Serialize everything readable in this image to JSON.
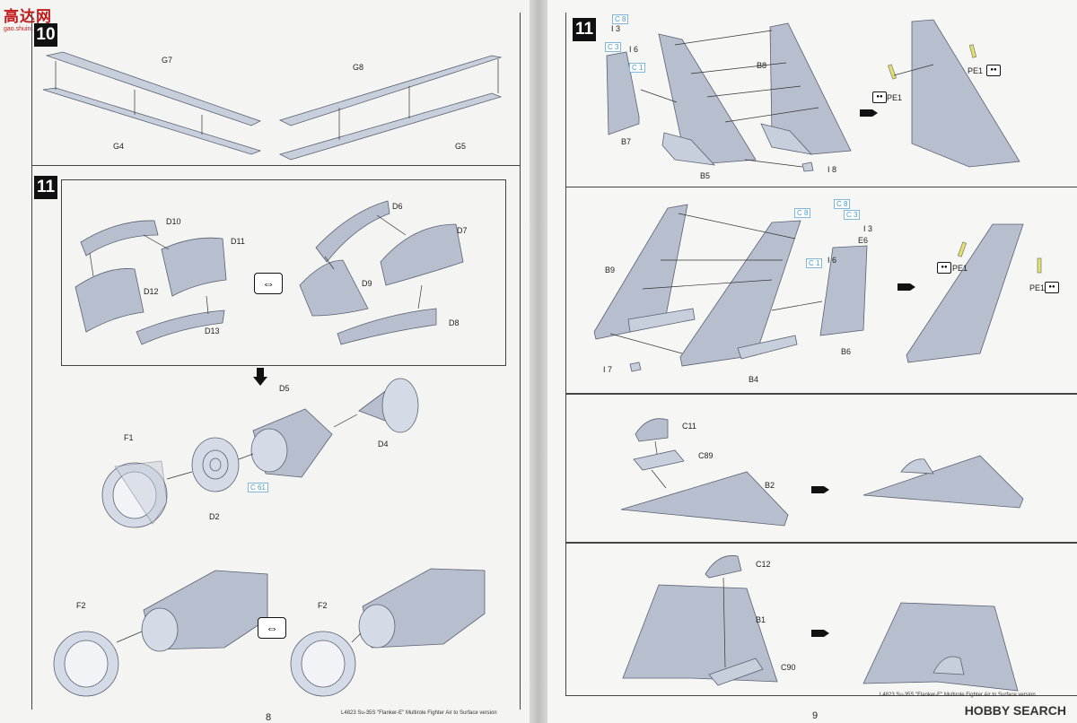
{
  "watermark_top": {
    "title": "高达网",
    "url": "gao.shuini.com"
  },
  "watermark_bottom": {
    "text": "HOBBY SEARCH"
  },
  "left_page": {
    "page_number": "8",
    "footer": "L4823 Su-35S \"Flanker-E\" Multirole Fighter Air to Surface version",
    "step_top": "10",
    "step_main": "11",
    "labels": {
      "G7": "G7",
      "G8": "G8",
      "G4": "G4",
      "G5": "G5",
      "D10": "D10",
      "D11": "D11",
      "D12": "D12",
      "D13": "D13",
      "D6": "D6",
      "D7": "D7",
      "D9": "D9",
      "D8": "D8",
      "D5": "D5",
      "D4": "D4",
      "F1": "F1",
      "D2": "D2",
      "C61": "C 61",
      "F2a": "F2",
      "F2b": "F2"
    }
  },
  "right_page": {
    "page_number": "9",
    "footer": "L4823 Su-35S \"Flanker-E\" Multirole Fighter Air to Surface version",
    "step": "11",
    "labels": {
      "C8a": "C 8",
      "I3a": "I 3",
      "C3a": "C 3",
      "I6a": "I 6",
      "C1a": "C 1",
      "B7": "B7",
      "B5": "B5",
      "B8": "B8",
      "I8": "I 8",
      "PE1a": "PE1",
      "PE1b": "PE1",
      "C8b": "C 8",
      "C8c": "C 8",
      "C3b": "C 3",
      "I3b": "I 3",
      "E6": "E6",
      "C1b": "C 1",
      "I6b": "I 6",
      "B9": "B9",
      "I7": "I 7",
      "B4": "B4",
      "B6": "B6",
      "PE1c": "PE1",
      "PE1d": "PE1",
      "C11": "C11",
      "C89": "C89",
      "B2": "B2",
      "C12": "C12",
      "B1": "B1",
      "C90": "C90"
    }
  },
  "icons": {
    "swap": "double-arrow-icon",
    "arrow": "arrow-right-icon",
    "pe": "photo-etch-icon"
  },
  "colors": {
    "plastic": "#b7bfcf",
    "photoetch": "#e3e06c",
    "accent": "#4a9ac7"
  }
}
